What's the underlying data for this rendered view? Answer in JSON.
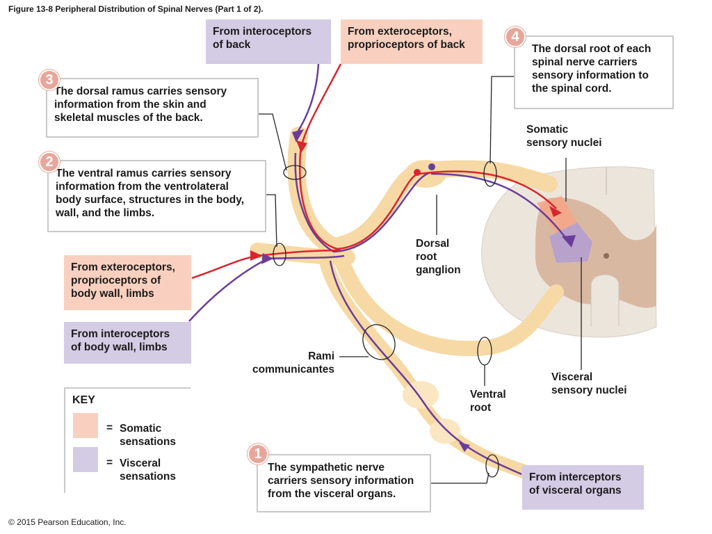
{
  "figure_title": "Figure 13-8 Peripheral Distribution of Spinal Nerves (Part 1 of 2).",
  "copyright": "© 2015 Pearson Education, Inc.",
  "colors": {
    "somatic": "#f9d0bf",
    "visceral": "#d4cbe4",
    "nerve": "#f6d9a4",
    "red_arrow": "#d7262f",
    "purple_arrow": "#6a3d9a"
  },
  "steps": {
    "s1": {
      "number": "1",
      "text": "The sympathetic nerve\ncarriers sensory information\nfrom the visceral organs."
    },
    "s2": {
      "number": "2",
      "text": "The ventral ramus carries sensory\ninformation from the ventrolateral\nbody surface, structures in the body,\nwall, and the limbs."
    },
    "s3": {
      "number": "3",
      "text": "The dorsal ramus carries sensory\ninformation from the skin and\nskeletal muscles of the back."
    },
    "s4": {
      "number": "4",
      "text": "The dorsal root of each\nspinal nerve carriers\nsensory information to\nthe spinal cord."
    }
  },
  "sources": {
    "intero_back": "From interoceptors\nof back",
    "extero_back": "From exteroceptors,\nproprioceptors of back",
    "extero_limbs": "From exteroceptors,\nproprioceptors of\nbody wall, limbs",
    "intero_limbs": "From interoceptors\nof body wall, limbs",
    "visceral_organs": "From interceptors\nof visceral organs"
  },
  "labels": {
    "somatic_nuclei": "Somatic\nsensory nuclei",
    "dorsal_root_ganglion": "Dorsal\nroot\nganglion",
    "rami": "Rami\ncommunicantes",
    "ventral_root": "Ventral\nroot",
    "visceral_nuclei": "Visceral\nsensory nuclei"
  },
  "key": {
    "title": "KEY",
    "items": [
      {
        "symbol": "=",
        "label": "Somatic\nsensations",
        "color": "#f9d0bf"
      },
      {
        "symbol": "=",
        "label": "Visceral\nsensations",
        "color": "#d4cbe4"
      }
    ]
  }
}
